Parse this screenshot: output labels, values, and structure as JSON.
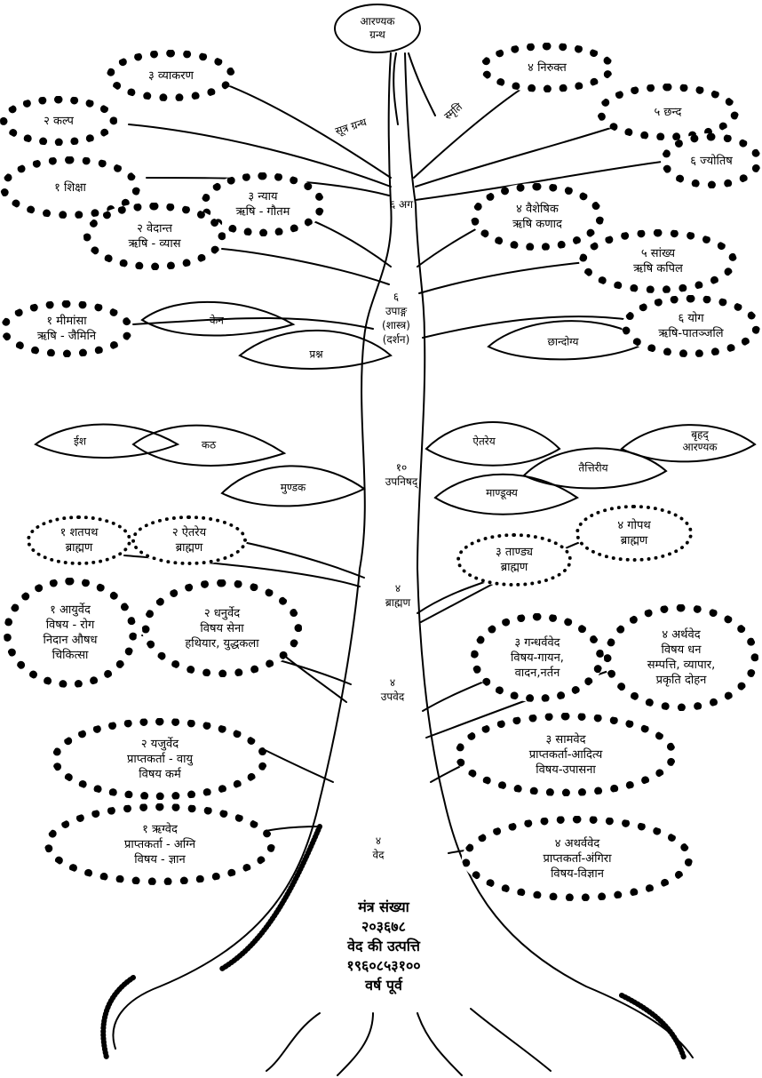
{
  "top": {
    "line1": "आरण्यक",
    "line2": "ग्रन्थ"
  },
  "leaves_top": {
    "sutra": "सूत्र ग्रन्थ",
    "smriti": "स्मृति"
  },
  "vedanga": {
    "label": "६ अग",
    "items": {
      "vyakaran": "३ व्याकरण",
      "kalp": "२ कल्प",
      "shiksha": "१ शिक्षा",
      "nirukt": "४ निरुक्त",
      "chhand": "५ छन्द",
      "jyotish": "६ ज्योतिष"
    }
  },
  "upang": {
    "label": [
      "६",
      "उपाङ्ग",
      "(शास्त्र)",
      "(दर्शन)"
    ],
    "nyay": [
      "३ न्याय",
      "ऋषि - गौतम"
    ],
    "vedant": [
      "२ वेदान्त",
      "ऋषि - व्यास"
    ],
    "mimansa": [
      "१ मीमांसा",
      "ऋषि - जैमिनि"
    ],
    "vaisheshik": [
      "४ वैशेषिक",
      "ऋषि कणाद"
    ],
    "sankhya": [
      "५ सांख्य",
      "ऋषि कपिल"
    ],
    "yog": [
      "६ योग",
      "ऋषि-पातञ्जलि"
    ]
  },
  "upanishad": {
    "label": [
      "१०",
      "उपनिषद्"
    ],
    "ken": "केन",
    "ish": "ईश",
    "prashn": "प्रश्न",
    "kath": "कठ",
    "mundak": "मुण्डक",
    "chhandogya": "छान्दोग्य",
    "aitareya": "ऐतरेय",
    "brihad": [
      "बृहद्",
      "आरण्यक"
    ],
    "taittiriya": "तैत्तिरीय",
    "mandukya": "माण्डूक्य"
  },
  "brahmana": {
    "label": [
      "४",
      "ब्राह्मण"
    ],
    "shatpath": [
      "१ शतपथ",
      "ब्राह्मण"
    ],
    "aitareya": [
      "२ ऐतरेय",
      "ब्राह्मण"
    ],
    "tandya": [
      "३ ताण्ड्य",
      "ब्राह्मण"
    ],
    "gopath": [
      "४ गोपथ",
      "ब्राह्मण"
    ]
  },
  "upaveda": {
    "label": [
      "४",
      "उपवेद"
    ],
    "ayurved": [
      "१ आयुर्वेद",
      "विषय - रोग",
      "निदान औषध",
      "चिकित्सा"
    ],
    "dhanurved": [
      "२ धनुर्वेद",
      "विषय सेना",
      "हथियार, युद्धकला"
    ],
    "gandharv": [
      "३ गन्धर्ववेद",
      "विषय-गायन,",
      "वादन,नर्तन"
    ],
    "arthved": [
      "४ अर्थवेद",
      "विषय धन",
      "सम्पत्ति, व्यापार,",
      "प्रकृति दोहन"
    ]
  },
  "ved": {
    "label": [
      "४",
      "वेद"
    ],
    "yajur": [
      "२ यजुर्वेद",
      "प्राप्तकर्ता - वायु",
      "विषय कर्म"
    ],
    "rig": [
      "१ ऋग्वेद",
      "प्राप्तकर्ता - अग्नि",
      "विषय - ज्ञान"
    ],
    "sam": [
      "३ सामवेद",
      "प्राप्तकर्ता-आदित्य",
      "विषय-उपासना"
    ],
    "atharv": [
      "४ अथर्ववेद",
      "प्राप्तकर्ता-अंगिरा",
      "विषय-विज्ञान"
    ]
  },
  "base": {
    "line1": "मंत्र संख्या",
    "line2": "२०३६७८",
    "line3": "वेद की उत्पत्ति",
    "line4": "१९६०८५३१००",
    "line5": "वर्ष पूर्व"
  }
}
